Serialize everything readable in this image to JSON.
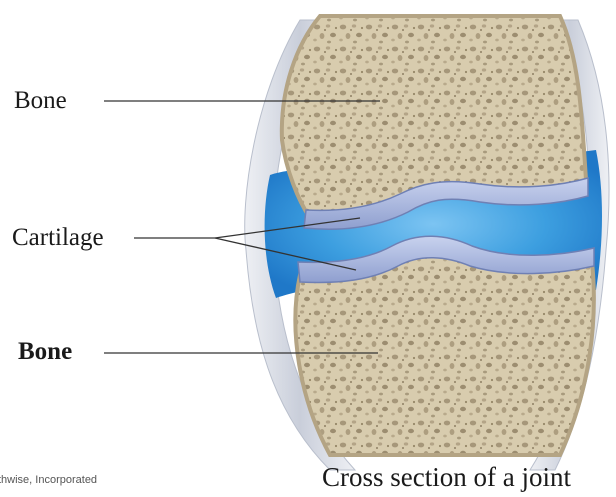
{
  "labels": {
    "bone_top": "Bone",
    "cartilage": "Cartilage",
    "bone_bottom": "Bone"
  },
  "caption": "Cross section of a joint",
  "credit": "thwise, Incorporated",
  "colors": {
    "bone_fill": "#d6c9a9",
    "bone_cortex": "#b9a98a",
    "bone_pores": "#9a8a6c",
    "cartilage": "#aab8dc",
    "synovial_fluid": "#3d9fe0",
    "capsule": "#d4d8e0",
    "leader_line": "#333333"
  }
}
